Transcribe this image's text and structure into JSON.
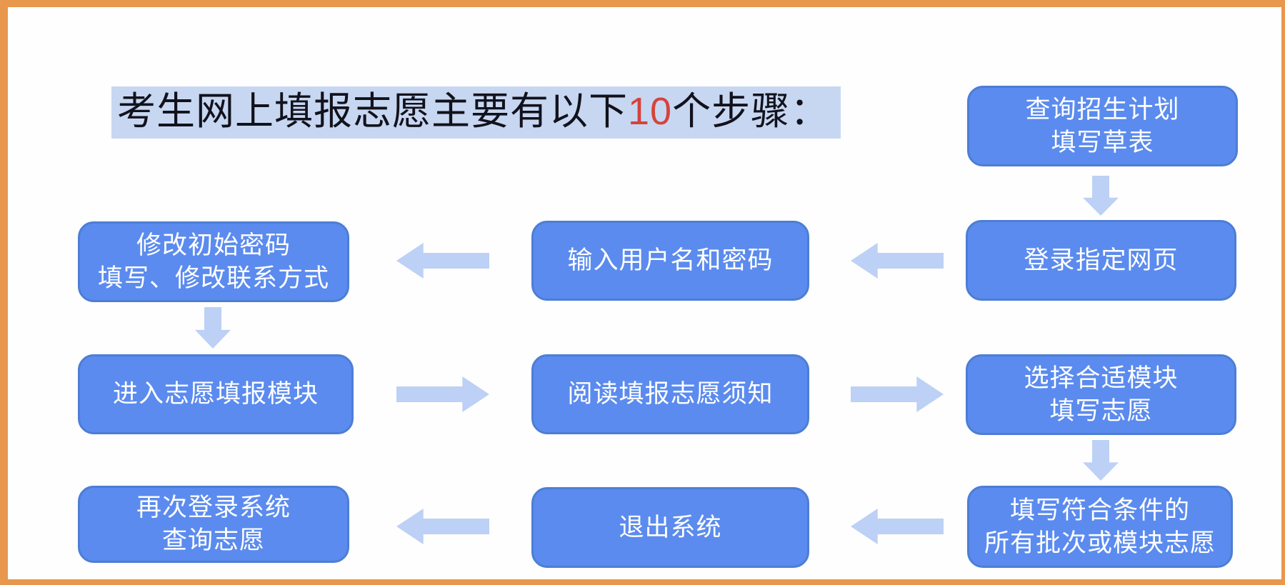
{
  "title": {
    "prefix": "考生网上填报志愿主要有以下",
    "number": "10",
    "suffix": "个步骤："
  },
  "colors": {
    "frame": "#E8974D",
    "canvas": "#FEFEFE",
    "box_fill": "#5B8BEE",
    "box_border": "#4D7ED4",
    "box_text": "#FFFFFF",
    "arrow": "#BDD0F5",
    "title_highlight": "#C7D7F2",
    "title_text": "#12121C",
    "title_number": "#D6433C"
  },
  "steps": [
    {
      "order": 1,
      "text": "查询招生计划\n填写草表"
    },
    {
      "order": 2,
      "text": "登录指定网页"
    },
    {
      "order": 3,
      "text": "输入用户名和密码"
    },
    {
      "order": 4,
      "text": "修改初始密码\n填写、修改联系方式"
    },
    {
      "order": 5,
      "text": "进入志愿填报模块"
    },
    {
      "order": 6,
      "text": "阅读填报志愿须知"
    },
    {
      "order": 7,
      "text": "选择合适模块\n填写志愿"
    },
    {
      "order": 8,
      "text": "填写符合条件的\n所有批次或模块志愿"
    },
    {
      "order": 9,
      "text": "退出系统"
    },
    {
      "order": 10,
      "text": "再次登录系统\n查询志愿"
    }
  ],
  "flow": {
    "connections": [
      {
        "from": 1,
        "to": 2,
        "direction": "down"
      },
      {
        "from": 2,
        "to": 3,
        "direction": "left"
      },
      {
        "from": 3,
        "to": 4,
        "direction": "left"
      },
      {
        "from": 4,
        "to": 5,
        "direction": "down"
      },
      {
        "from": 5,
        "to": 6,
        "direction": "right"
      },
      {
        "from": 6,
        "to": 7,
        "direction": "right"
      },
      {
        "from": 7,
        "to": 8,
        "direction": "down"
      },
      {
        "from": 8,
        "to": 9,
        "direction": "left"
      },
      {
        "from": 9,
        "to": 10,
        "direction": "left"
      }
    ]
  }
}
